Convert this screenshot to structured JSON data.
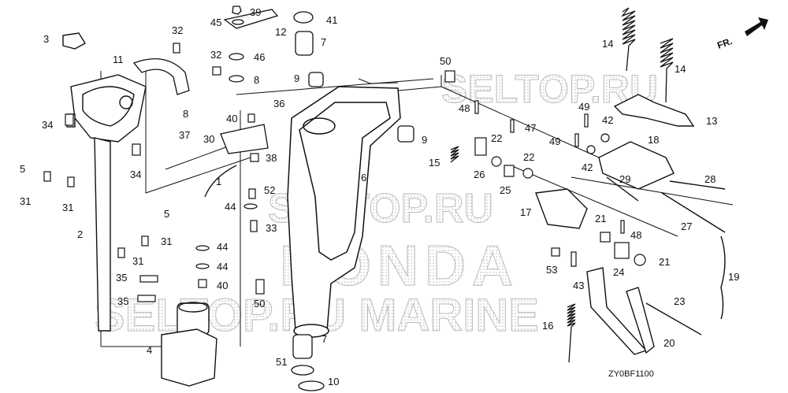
{
  "watermarks": {
    "seltop_1": "SELTOP.RU",
    "seltop_2": "SELTOP.RU",
    "honda": "HONDA",
    "seltop_marine": "SELTOP.RU MARINE"
  },
  "diagram_code": "ZY0BF1100",
  "direction_mark": "FR.",
  "callouts": {
    "c1": "1",
    "c2": "2",
    "c3": "3",
    "c4": "4",
    "c5a": "5",
    "c5b": "5",
    "c6": "6",
    "c7a": "7",
    "c7b": "7",
    "c8a": "8",
    "c8b": "8",
    "c9a": "9",
    "c9b": "9",
    "c10": "10",
    "c11": "11",
    "c12": "12",
    "c13": "13",
    "c14a": "14",
    "c14b": "14",
    "c15": "15",
    "c16": "16",
    "c17": "17",
    "c18": "18",
    "c19": "19",
    "c20": "20",
    "c21a": "21",
    "c21b": "21",
    "c22a": "22",
    "c22b": "22",
    "c23": "23",
    "c24": "24",
    "c25": "25",
    "c26": "26",
    "c27": "27",
    "c28": "28",
    "c29": "29",
    "c30": "30",
    "c31a": "31",
    "c31b": "31",
    "c31c": "31",
    "c31d": "31",
    "c32a": "32",
    "c32b": "32",
    "c33": "33",
    "c34a": "34",
    "c34b": "34",
    "c35a": "35",
    "c35b": "35",
    "c36": "36",
    "c37": "37",
    "c38": "38",
    "c39": "39",
    "c40a": "40",
    "c40b": "40",
    "c41": "41",
    "c42a": "42",
    "c42b": "42",
    "c43": "43",
    "c44a": "44",
    "c44b": "44",
    "c44c": "44",
    "c45": "45",
    "c46": "46",
    "c47": "47",
    "c48a": "48",
    "c48b": "48",
    "c49a": "49",
    "c49b": "49",
    "c50a": "50",
    "c50b": "50",
    "c51": "51",
    "c52": "52",
    "c53": "53"
  }
}
